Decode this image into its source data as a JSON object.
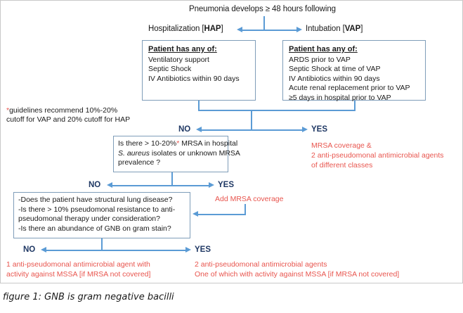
{
  "figure": {
    "header": "Pneumonia develops ≥ 48 hours following",
    "left_branch": "Hospitalization [HAP]",
    "left_branch_bold": "HAP",
    "right_branch": "Intubation [VAP]",
    "right_branch_bold": "VAP",
    "caption": "figure 1: GNB is gram negative bacilli",
    "colors": {
      "arrow": "#5B9BD5",
      "box_border": "#7F9DB9",
      "red_text": "#E8554E",
      "branch_label": "#1F3864",
      "body_text": "#1a1a1a"
    }
  },
  "footnote": {
    "star": "*",
    "line1": "guidelines recommend 10%-20%",
    "line2": "cutoff for VAP and 20% cutoff for HAP"
  },
  "boxes": {
    "hap": {
      "title": "Patient has any of:",
      "lines": [
        "Ventilatory support",
        "Septic Shock",
        "IV Antibiotics within 90 days"
      ]
    },
    "vap": {
      "title": "Patient has any of:",
      "lines": [
        "ARDS prior to VAP",
        "Septic Shock at time of VAP",
        "IV Antibiotics within 90 days",
        "Acute renal replacement prior to VAP",
        "≥5 days in hospital prior to VAP"
      ]
    },
    "mrsa_question": {
      "line1_a": "Is there > 10-20%",
      "line1_star": "*",
      "line1_b": "  MRSA in hospital",
      "line2_italic": "S. aureus",
      "line2_rest": " isolates or unknown MRSA",
      "line3": "prevalence ?"
    },
    "pseudomonal_question": {
      "lines": [
        "-Does the patient have structural lung disease?",
        "-Is there > 10%  pseudomonal resistance to anti-",
        "pseudomonal therapy under consideration?",
        "-Is there an abundance of GNB on gram stain?"
      ]
    }
  },
  "decisions": {
    "level1": {
      "no": "NO",
      "yes": "YES"
    },
    "level2": {
      "no": "NO",
      "yes": "YES"
    },
    "level3": {
      "no": "NO",
      "yes": "YES"
    }
  },
  "outcomes": {
    "level1_yes": [
      "MRSA coverage &",
      "2 anti-pseudomonal antimicrobial agents",
      "of different classes"
    ],
    "level2_yes": [
      "Add MRSA coverage"
    ],
    "level3_no": [
      "1 anti-pseudomonal antimicrobial agent with",
      "activity against MSSA [if MRSA not covered]"
    ],
    "level3_yes": [
      "2 anti-pseudomonal antimicrobial agents",
      "One of which with activity against MSSA [if MRSA not covered]"
    ]
  }
}
